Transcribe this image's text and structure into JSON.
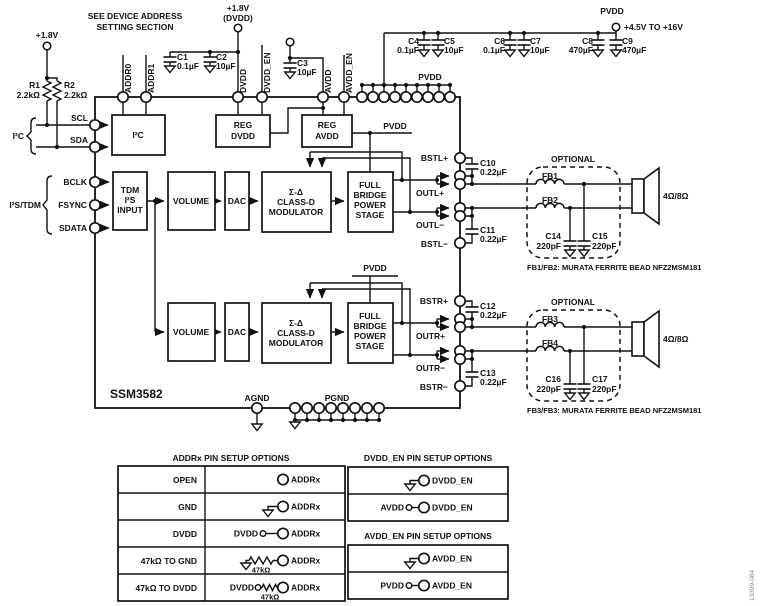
{
  "colors": {
    "ink": "#111111",
    "background": "#ffffff",
    "figure_code_gray": "#888888"
  },
  "notes": {
    "address": [
      "SEE DEVICE ADDRESS",
      "SETTING SECTION"
    ],
    "ferrite12": "FB1/FB2: MURATA FERRITE BEAD NFZ2MSM181",
    "ferrite34": "FB3/FB3: MURATA FERRITE BEAD NFZ2MSM181",
    "figure_code": "13399-084",
    "optional": "OPTIONAL"
  },
  "supplies": {
    "v18": "+1.8V",
    "v18_dvdd": "+1.8V",
    "v18_dvdd_sub": "(DVDD)",
    "pvdd_range": "+4.5V TO +16V"
  },
  "nets": {
    "pvdd": "PVDD",
    "agnd": "AGND",
    "pgnd": "PGND"
  },
  "buses": {
    "i2c": "I²C",
    "i2s_tdm": "I²S/TDM"
  },
  "resistors": {
    "r1": {
      "ref": "R1",
      "value": "2.2kΩ"
    },
    "r2": {
      "ref": "R2",
      "value": "2.2kΩ"
    }
  },
  "capacitors": {
    "c1": {
      "ref": "C1",
      "value": "0.1µF"
    },
    "c2": {
      "ref": "C2",
      "value": "10µF"
    },
    "c3": {
      "ref": "C3",
      "value": "10µF"
    },
    "c4": {
      "ref": "C4",
      "value": "0.1µF"
    },
    "c5": {
      "ref": "C5",
      "value": "10µF"
    },
    "c6": {
      "ref": "C6",
      "value": "0.1µF"
    },
    "c7": {
      "ref": "C7",
      "value": "10µF"
    },
    "c8": {
      "ref": "C8",
      "value": "470µF"
    },
    "c9": {
      "ref": "C9",
      "value": "470µF"
    },
    "c10": {
      "ref": "C10",
      "value": "0.22µF"
    },
    "c11": {
      "ref": "C11",
      "value": "0.22µF"
    },
    "c12": {
      "ref": "C12",
      "value": "0.22µF"
    },
    "c13": {
      "ref": "C13",
      "value": "0.22µF"
    },
    "c14": {
      "ref": "C14",
      "value": "220pF"
    },
    "c15": {
      "ref": "C15",
      "value": "220pF"
    },
    "c16": {
      "ref": "C16",
      "value": "220pF"
    },
    "c17": {
      "ref": "C17",
      "value": "220pF"
    }
  },
  "beads": {
    "fb1": "FB1",
    "fb2": "FB2",
    "fb3": "FB3",
    "fb4": "FB4"
  },
  "speaker": {
    "impedance": "4Ω/8Ω"
  },
  "chip": {
    "name": "SSM3582",
    "pins": {
      "scl": "SCL",
      "sda": "SDA",
      "bclk": "BCLK",
      "fsync": "FSYNC",
      "sdata": "SDATA",
      "addr0": "ADDR0",
      "addr1": "ADDR1",
      "dvdd": "DVDD",
      "dvdd_en": "DVDD_EN",
      "avdd": "AVDD",
      "avdd_en": "AVDD_EN",
      "bstl_p": "BSTL+",
      "outl_p": "OUTL+",
      "outl_n": "OUTL−",
      "bstl_n": "BSTL−",
      "bstr_p": "BSTR+",
      "outr_p": "OUTR+",
      "outr_n": "OUTR−",
      "bstr_n": "BSTR−"
    },
    "blocks": {
      "i2c": "I²C",
      "tdm": [
        "TDM",
        "I²S",
        "INPUT"
      ],
      "volume": "VOLUME",
      "dac": "DAC",
      "modulator": [
        "Σ-Δ",
        "CLASS-D",
        "MODULATOR"
      ],
      "power_stage": [
        "FULL",
        "BRIDGE",
        "POWER",
        "STAGE"
      ],
      "reg_dvdd": [
        "REG",
        "DVDD"
      ],
      "reg_avdd": [
        "REG",
        "AVDD"
      ]
    }
  },
  "tables": {
    "addr": {
      "title": "ADDRx PIN SETUP OPTIONS",
      "pin": "ADDRx",
      "rows": [
        {
          "option": "OPEN"
        },
        {
          "option": "GND"
        },
        {
          "option": "DVDD",
          "source": "DVDD"
        },
        {
          "option": "47kΩ TO GND",
          "resistor": "47kΩ"
        },
        {
          "option": "47kΩ TO DVDD",
          "source": "DVDD",
          "resistor": "47kΩ"
        }
      ]
    },
    "dvdd_en": {
      "title": "DVDD_EN PIN SETUP OPTIONS",
      "pin": "DVDD_EN",
      "row2_source": "AVDD"
    },
    "avdd_en": {
      "title": "AVDD_EN PIN SETUP OPTIONS",
      "pin": "AVDD_EN",
      "row2_source": "PVDD"
    }
  }
}
